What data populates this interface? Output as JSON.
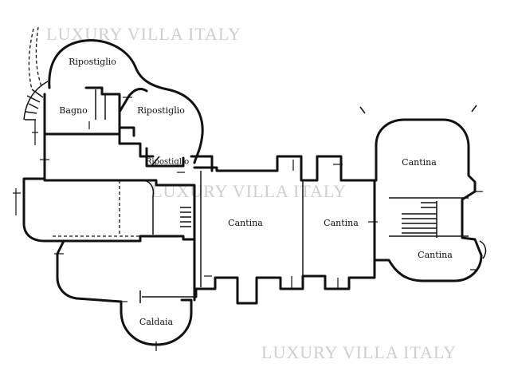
{
  "watermark": {
    "top": "LUXURY VILLA ITALY",
    "middle": "LUXURY VILLA ITALY",
    "bottom": "LUXURY VILLA ITALY"
  },
  "rooms": {
    "ripostiglio_top": "Ripostiglio",
    "bagno": "Bagno",
    "ripostiglio_right": "Ripostiglio",
    "ripostiglio_small": "Ripostiglio",
    "cantina_center": "Cantina",
    "cantina_middle": "Cantina",
    "cantina_right_top": "Cantina",
    "cantina_right_bottom": "Cantina",
    "caldaia": "Caldaia"
  }
}
